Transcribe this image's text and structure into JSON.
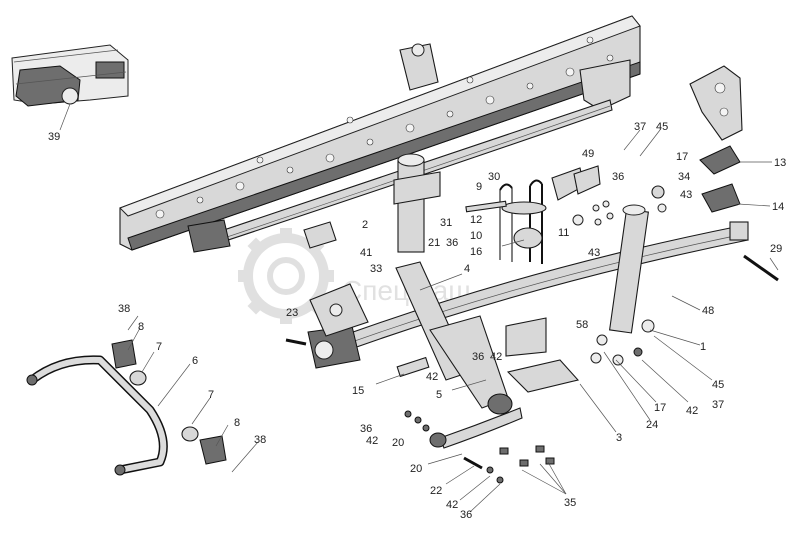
{
  "watermark": "СпецМаш",
  "callouts": [
    {
      "id": "c39",
      "text": "39"
    },
    {
      "id": "c37a",
      "text": "37"
    },
    {
      "id": "c45a",
      "text": "45"
    },
    {
      "id": "c17a",
      "text": "17"
    },
    {
      "id": "c13",
      "text": "13"
    },
    {
      "id": "c34",
      "text": "34"
    },
    {
      "id": "c43a",
      "text": "43"
    },
    {
      "id": "c14",
      "text": "14"
    },
    {
      "id": "c49",
      "text": "49"
    },
    {
      "id": "c36a",
      "text": "36"
    },
    {
      "id": "c30",
      "text": "30"
    },
    {
      "id": "c9",
      "text": "9"
    },
    {
      "id": "c12",
      "text": "12"
    },
    {
      "id": "c10",
      "text": "10"
    },
    {
      "id": "c16",
      "text": "16"
    },
    {
      "id": "c11",
      "text": "11"
    },
    {
      "id": "c43b",
      "text": "43"
    },
    {
      "id": "c29",
      "text": "29"
    },
    {
      "id": "c31",
      "text": "31"
    },
    {
      "id": "c21",
      "text": "21"
    },
    {
      "id": "c36b",
      "text": "36"
    },
    {
      "id": "c2",
      "text": "2"
    },
    {
      "id": "c41",
      "text": "41"
    },
    {
      "id": "c33",
      "text": "33"
    },
    {
      "id": "c4",
      "text": "4"
    },
    {
      "id": "c48",
      "text": "48"
    },
    {
      "id": "c23",
      "text": "23"
    },
    {
      "id": "c38a",
      "text": "38"
    },
    {
      "id": "c8a",
      "text": "8"
    },
    {
      "id": "c7a",
      "text": "7"
    },
    {
      "id": "c6",
      "text": "6"
    },
    {
      "id": "c58",
      "text": "58"
    },
    {
      "id": "c1",
      "text": "1"
    },
    {
      "id": "c36c",
      "text": "36"
    },
    {
      "id": "c42a",
      "text": "42"
    },
    {
      "id": "c15",
      "text": "15"
    },
    {
      "id": "c42b",
      "text": "42"
    },
    {
      "id": "c5",
      "text": "5"
    },
    {
      "id": "c45b",
      "text": "45"
    },
    {
      "id": "c37b",
      "text": "37"
    },
    {
      "id": "c17b",
      "text": "17"
    },
    {
      "id": "c42c",
      "text": "42"
    },
    {
      "id": "c24",
      "text": "24"
    },
    {
      "id": "c3",
      "text": "3"
    },
    {
      "id": "c7b",
      "text": "7"
    },
    {
      "id": "c8b",
      "text": "8"
    },
    {
      "id": "c38b",
      "text": "38"
    },
    {
      "id": "c36d",
      "text": "36"
    },
    {
      "id": "c42d",
      "text": "42"
    },
    {
      "id": "c20a",
      "text": "20"
    },
    {
      "id": "c20b",
      "text": "20"
    },
    {
      "id": "c22",
      "text": "22"
    },
    {
      "id": "c42e",
      "text": "42"
    },
    {
      "id": "c36e",
      "text": "36"
    },
    {
      "id": "c35",
      "text": "35"
    }
  ]
}
